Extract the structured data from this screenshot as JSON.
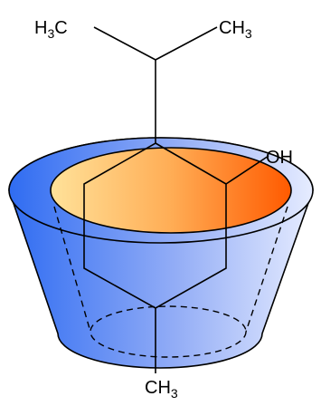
{
  "labels": {
    "top_left": {
      "main": "H",
      "sub": "3",
      "tail": "C"
    },
    "top_right": {
      "main": "CH",
      "sub": "3"
    },
    "hydroxyl": "OH",
    "bottom": {
      "main": "CH",
      "sub": "3"
    }
  },
  "colors": {
    "cup_dark": "#2f6cf2",
    "cup_light": "#e6ecff",
    "inner_left": "#ffe29a",
    "inner_right": "#ff5a00"
  }
}
